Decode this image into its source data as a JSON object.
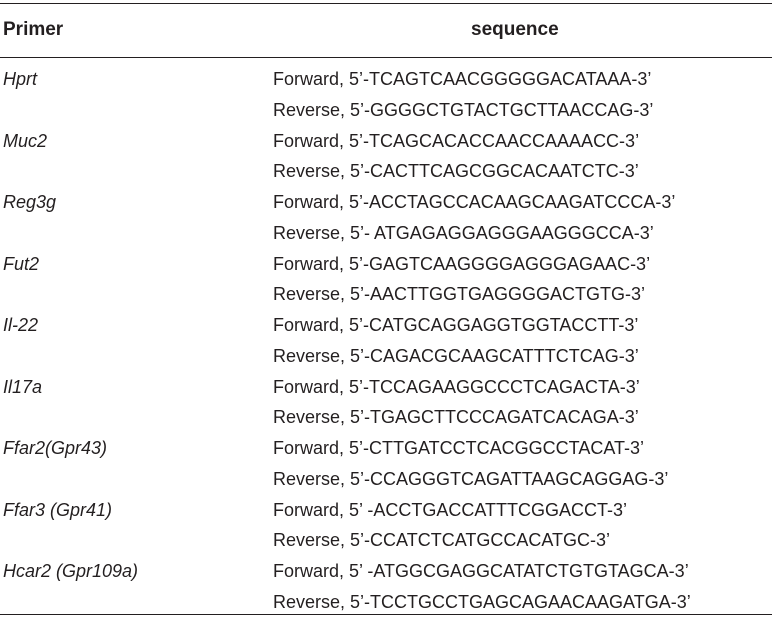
{
  "table": {
    "header": {
      "primer": "Primer",
      "sequence": "sequence"
    },
    "rows": [
      {
        "gene": "Hprt",
        "forward": "Forward, 5’-TCAGTCAACGGGGGACATAAA-3’",
        "reverse": "Reverse, 5’-GGGGCTGTACTGCTTAACCAG-3’"
      },
      {
        "gene": "Muc2",
        "forward": "Forward, 5’-TCAGCACACCAACCAAAACC-3’",
        "reverse": "Reverse, 5’-CACTTCAGCGGCACAATCTC-3’"
      },
      {
        "gene": "Reg3g",
        "forward": "Forward, 5’-ACCTAGCCACAAGCAAGATCCCA-3’",
        "reverse": "Reverse, 5’- ATGAGAGGAGGGAAGGGCCA-3’"
      },
      {
        "gene": "Fut2",
        "forward": "Forward, 5’-GAGTCAAGGGGAGGGAGAAC-3’",
        "reverse": "Reverse, 5’-AACTTGGTGAGGGGACTGTG-3’"
      },
      {
        "gene": "Il-22",
        "forward": "Forward, 5’-CATGCAGGAGGTGGTACCTT-3’",
        "reverse": "Reverse, 5’-CAGACGCAAGCATTTCTCAG-3’"
      },
      {
        "gene": "Il17a",
        "forward": "Forward, 5’-TCCAGAAGGCCCTCAGACTA-3’",
        "reverse": "Reverse, 5’-TGAGCTTCCCAGATCACAGA-3’"
      },
      {
        "gene": "Ffar2(Gpr43)",
        "forward": "Forward, 5’-CTTGATCCTCACGGCCTACAT-3’",
        "reverse": "Reverse, 5’-CCAGGGTCAGATTAAGCAGGAG-3’"
      },
      {
        "gene": "Ffar3 (Gpr41)",
        "forward": "Forward, 5’ -ACCTGACCATTTCGGACCT-3’",
        "reverse": "Reverse, 5’-CCATCTCATGCCACATGC-3’"
      },
      {
        "gene": "Hcar2 (Gpr109a)",
        "forward": "Forward, 5’ -ATGGCGAGGCATATCTGTGTAGCA-3’",
        "reverse": "Reverse, 5’-TCCTGCCTGAGCAGAACAAGATGA-3’"
      }
    ]
  }
}
